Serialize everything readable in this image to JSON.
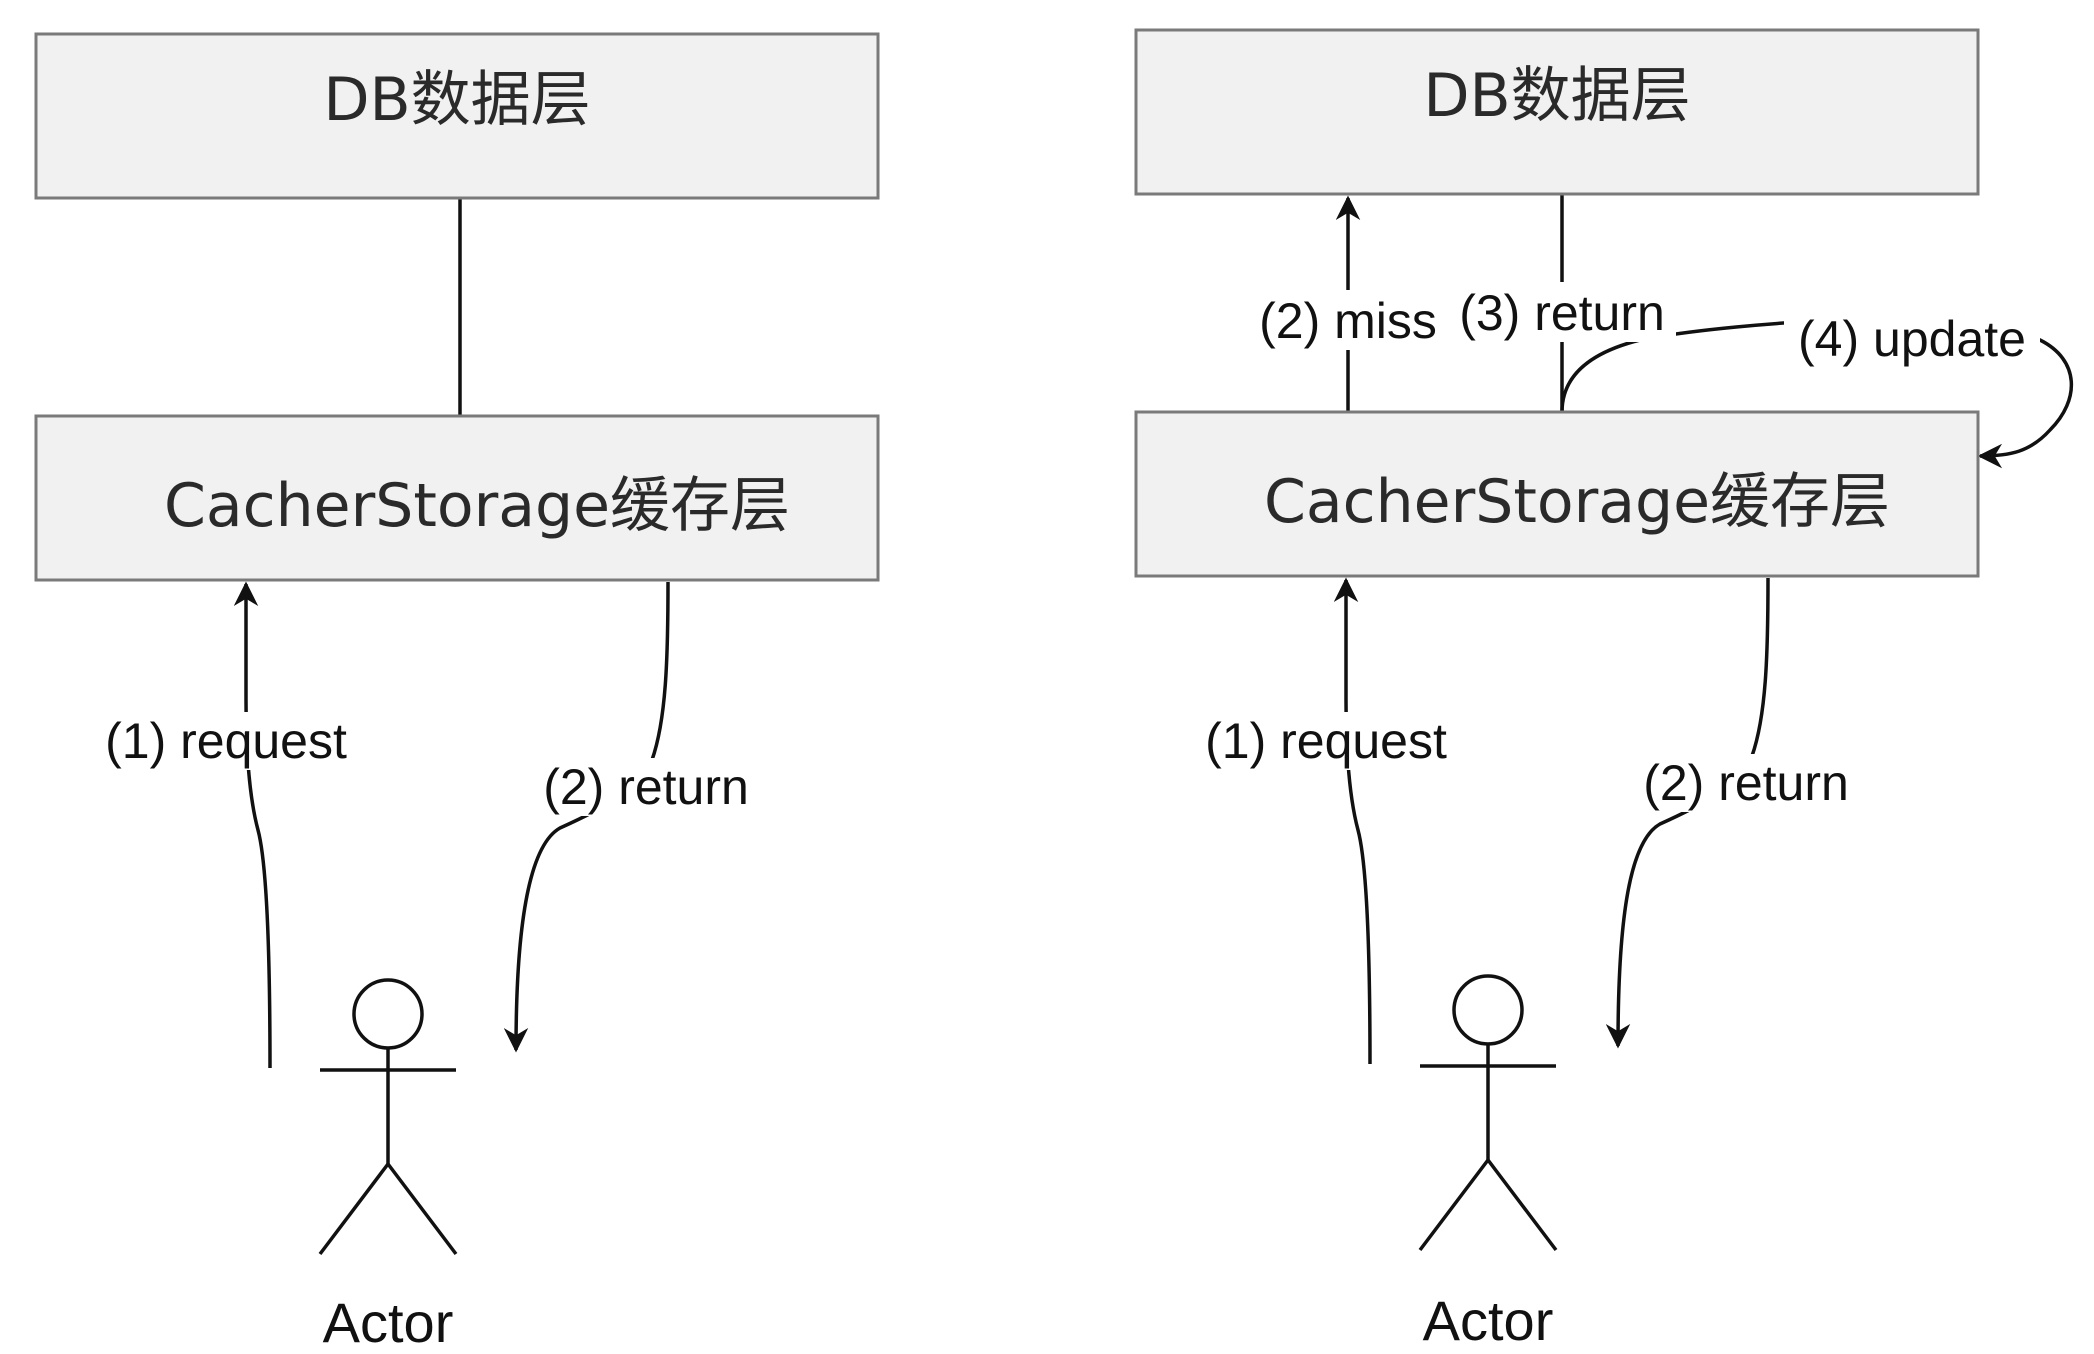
{
  "diagrams": [
    {
      "id": "left",
      "db_layer": "DB数据层",
      "cache_layer": "CacherStorage缓存层",
      "edges": {
        "request": "(1) request",
        "return_to_actor": "(2) return"
      },
      "actor": "Actor"
    },
    {
      "id": "right",
      "db_layer": "DB数据层",
      "cache_layer": "CacherStorage缓存层",
      "edges": {
        "request": "(1) request",
        "return_to_actor": "(2) return",
        "miss": "(2) miss",
        "return_from_db": "(3) return",
        "update": "(4) update"
      },
      "actor": "Actor"
    }
  ],
  "colors": {
    "box_fill": "#f1f1f1",
    "box_stroke": "#7a7a7a",
    "line": "#111111"
  }
}
